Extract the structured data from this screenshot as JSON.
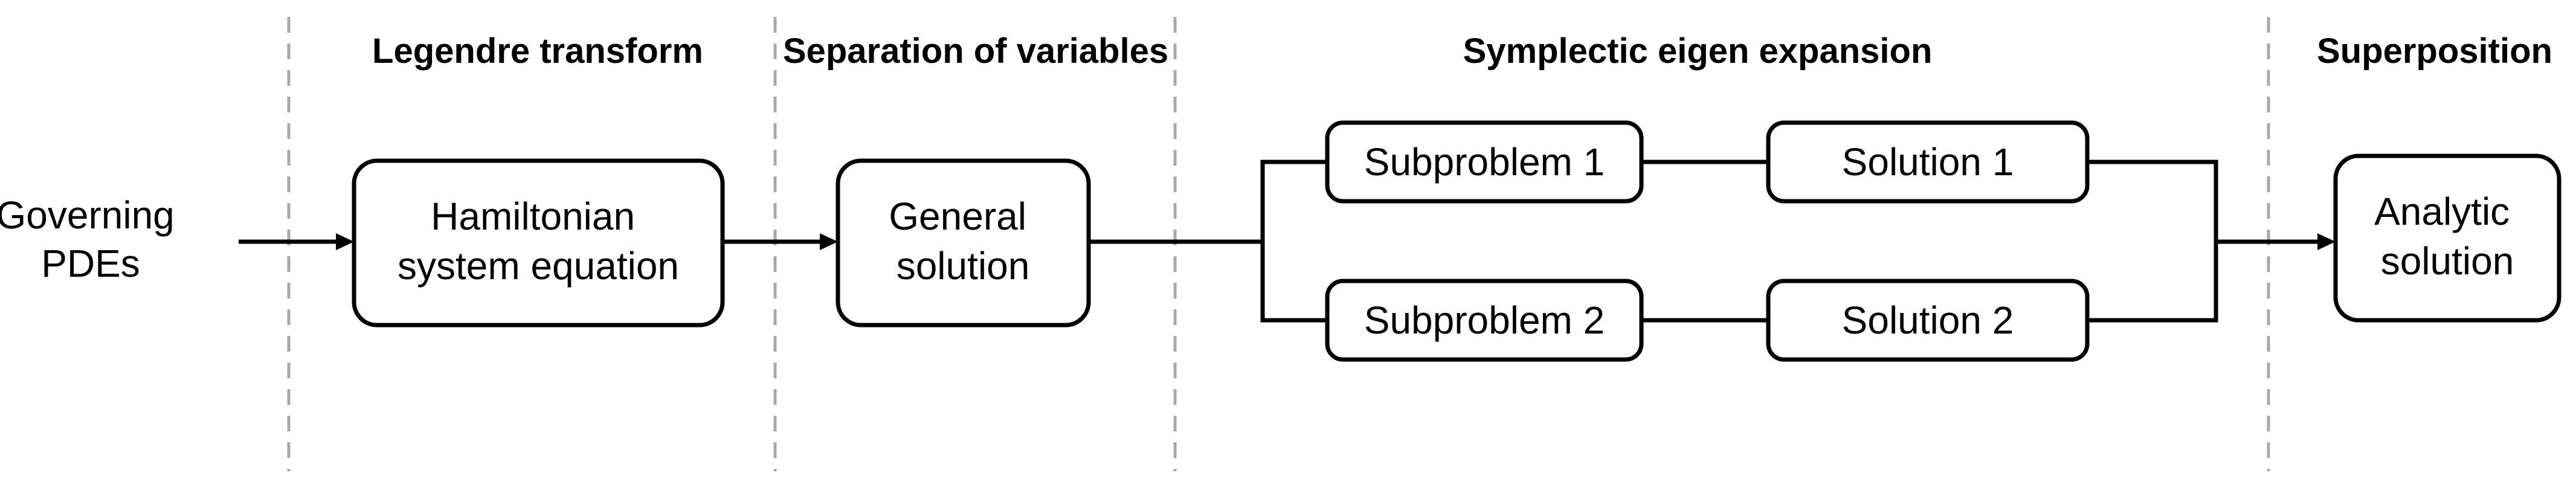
{
  "stages": [
    {
      "label": "Legendre transform"
    },
    {
      "label": "Separation of variables"
    },
    {
      "label": "Symplectic eigen expansion"
    },
    {
      "label": "Superposition"
    }
  ],
  "nodes": {
    "input": [
      "Governing",
      "PDEs"
    ],
    "hamiltonian": [
      "Hamiltonian",
      "system equation"
    ],
    "general": [
      "General",
      "solution"
    ],
    "sub1": [
      "Subproblem 1"
    ],
    "sub2": [
      "Subproblem 2"
    ],
    "sol1": [
      "Solution 1"
    ],
    "sol2": [
      "Solution 2"
    ],
    "analytic": [
      "Analytic",
      "solution"
    ]
  },
  "colors": {
    "divider": "#a8a8a8",
    "stroke": "#000000",
    "background": "#ffffff"
  }
}
